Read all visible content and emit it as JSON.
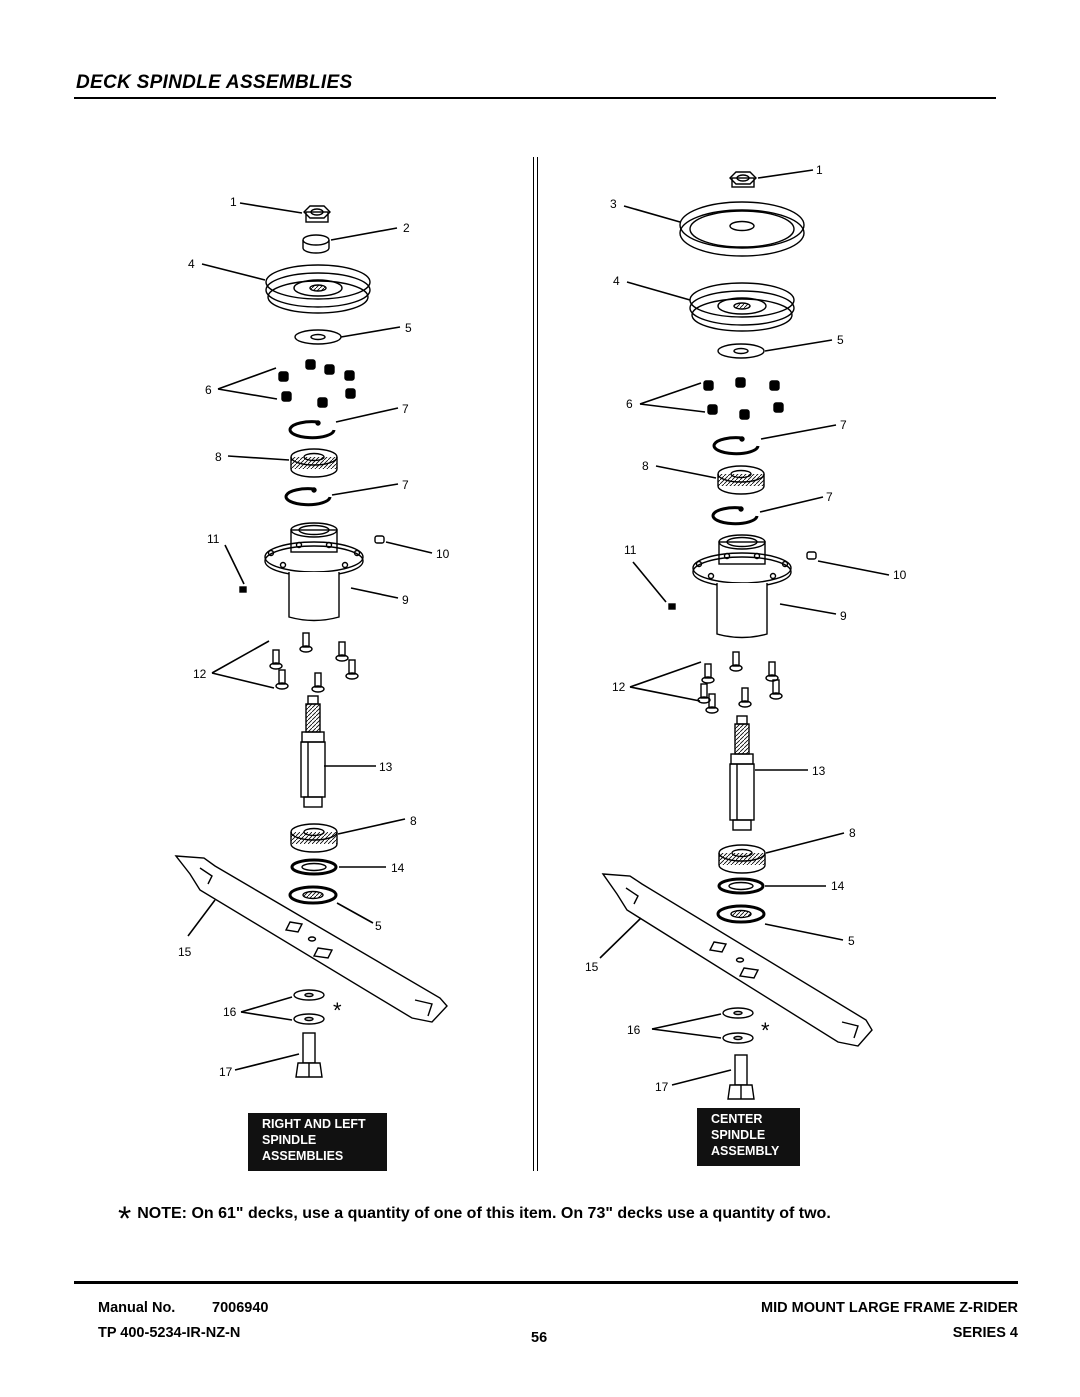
{
  "page": {
    "title": "DECK SPINDLE ASSEMBLIES",
    "note_star": "*",
    "note": "NOTE:  On 61\" decks, use a quantity of one of this item. On 73\" decks use a quantity of two."
  },
  "left_assembly": {
    "caption": [
      "RIGHT AND LEFT",
      "SPINDLE",
      "ASSEMBLIES"
    ],
    "callouts": [
      "1",
      "2",
      "4",
      "5",
      "6",
      "7",
      "8",
      "7",
      "11",
      "10",
      "9",
      "12",
      "13",
      "8",
      "14",
      "5",
      "15",
      "16",
      "17"
    ],
    "asterisk": "*"
  },
  "right_assembly": {
    "caption": [
      "CENTER",
      "SPINDLE",
      "ASSEMBLY"
    ],
    "callouts": [
      "1",
      "3",
      "4",
      "5",
      "6",
      "7",
      "8",
      "7",
      "11",
      "10",
      "9",
      "12",
      "13",
      "8",
      "14",
      "5",
      "15",
      "16",
      "17"
    ],
    "asterisk": "*"
  },
  "footer": {
    "manual_label": "Manual No.",
    "manual_number": "7006940",
    "tp_number": "TP 400-5234-IR-NZ-N",
    "page_number": "56",
    "product": "MID MOUNT LARGE FRAME Z-RIDER",
    "series": "SERIES 4"
  }
}
